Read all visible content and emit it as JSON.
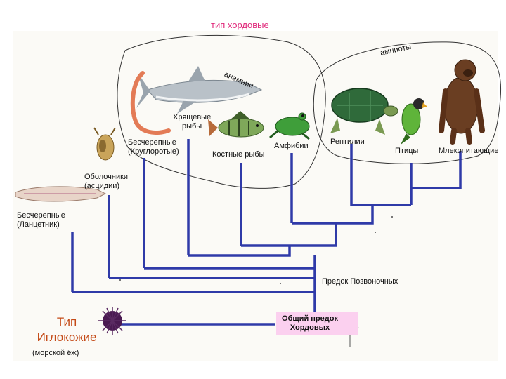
{
  "title": "тип хордовые",
  "groups": {
    "amniotes": "амниоты",
    "anamnia": "анамнии"
  },
  "taxa": {
    "cartilaginous_fish": "Хрящевые\nрыбы",
    "cyclostomes": "Бесчерепные\n(Круглоротые)",
    "bony_fish": "Костные рыбы",
    "amphibians": "Амфибии",
    "reptiles": "Рептилии",
    "birds": "Птицы",
    "mammals": "Млекопитающие",
    "tunicates": "Оболочники\n(асцидии)",
    "lancelet": "Бесчерепные\n(Ланцетник)"
  },
  "nodes": {
    "vertebrate_ancestor": "Предок Позвоночных",
    "chordate_ancestor": "Общий предок\nХордовых"
  },
  "outgroup": {
    "name": "Тип\nИглокожие",
    "example": "(морской ёж)"
  },
  "colors": {
    "tree": "#2f3aa8",
    "title": "#e0287a",
    "outgroup": "#c44a17",
    "ancestor_box": "#fbd0ef",
    "group_outline": "#333333"
  },
  "icons": [
    "shark-icon",
    "worm-icon",
    "ascidian-icon",
    "perch-icon",
    "frog-icon",
    "turtle-icon",
    "parrot-icon",
    "gorilla-icon",
    "lancelet-icon",
    "sea-urchin-icon",
    "coral-icon"
  ]
}
